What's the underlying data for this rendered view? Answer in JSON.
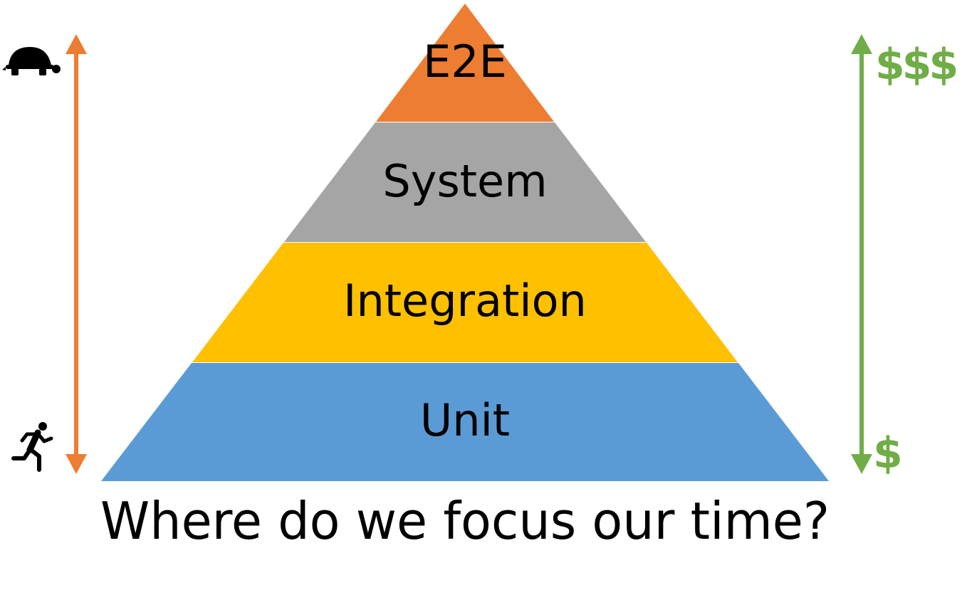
{
  "pyramid": {
    "levels": [
      {
        "label": "E2E",
        "color": "#ED7D31"
      },
      {
        "label": "System",
        "color": "#A5A5A5"
      },
      {
        "label": "Integration",
        "color": "#FFC000"
      },
      {
        "label": "Unit",
        "color": "#5B9BD5"
      }
    ]
  },
  "speed_axis": {
    "color": "#ED7D31",
    "top_icon": "turtle-icon",
    "bottom_icon": "running-person-icon"
  },
  "cost_axis": {
    "color": "#70AD47",
    "top_label": "$$$",
    "bottom_label": "$"
  },
  "caption": "Where do we focus our time?"
}
